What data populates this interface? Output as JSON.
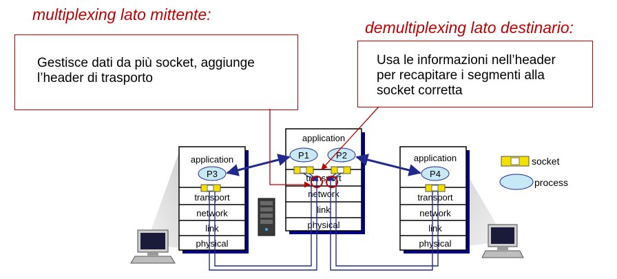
{
  "mux": {
    "title": "multiplexing lato mittente:",
    "lines": [
      "Gestisce dati da più socket, aggiunge",
      "l’header di trasporto"
    ]
  },
  "demux": {
    "title": "demultiplexing lato destinario:",
    "lines": [
      "Usa le informazioni nell’header",
      "per recapitare i segmenti alla",
      "socket corretta"
    ]
  },
  "stacks": {
    "left": {
      "layers": [
        "application",
        "transport",
        "network",
        "link",
        "physical"
      ],
      "process": "P3"
    },
    "center": {
      "layers": [
        "application",
        "transport",
        "network",
        "link",
        "physical"
      ],
      "processes": [
        "P1",
        "P2"
      ]
    },
    "right": {
      "layers": [
        "application",
        "transport",
        "network",
        "link",
        "physical"
      ],
      "process": "P4"
    }
  },
  "legend": {
    "socket": "socket",
    "process": "process"
  },
  "colors": {
    "red": "#c00000",
    "blue": "#1f2a8c",
    "process_fill": "#c6e9f5",
    "socket_fill": "#f3e000"
  }
}
